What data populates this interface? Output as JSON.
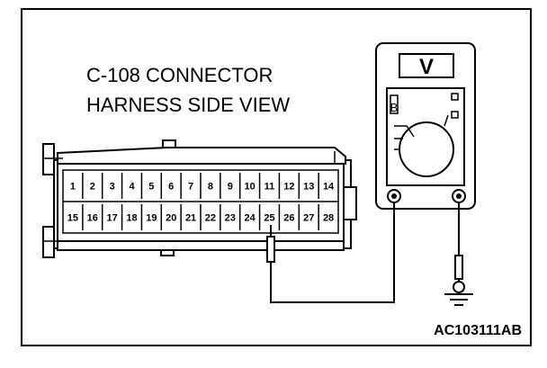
{
  "diagram": {
    "title_line1": "C-108 CONNECTOR",
    "title_line2": "HARNESS SIDE VIEW",
    "reference_code": "AC103111AB",
    "meter_symbol": "V",
    "meter_range_mark": "B",
    "connector": {
      "top_row": [
        "1",
        "2",
        "3",
        "4",
        "5",
        "6",
        "7",
        "8",
        "9",
        "10",
        "11",
        "12",
        "13",
        "14"
      ],
      "bottom_row": [
        "15",
        "16",
        "17",
        "18",
        "19",
        "20",
        "21",
        "22",
        "23",
        "24",
        "25",
        "26",
        "27",
        "28"
      ],
      "probed_pin": "25"
    },
    "icons": [
      "voltmeter-icon",
      "ground-icon",
      "probe-icon"
    ]
  }
}
